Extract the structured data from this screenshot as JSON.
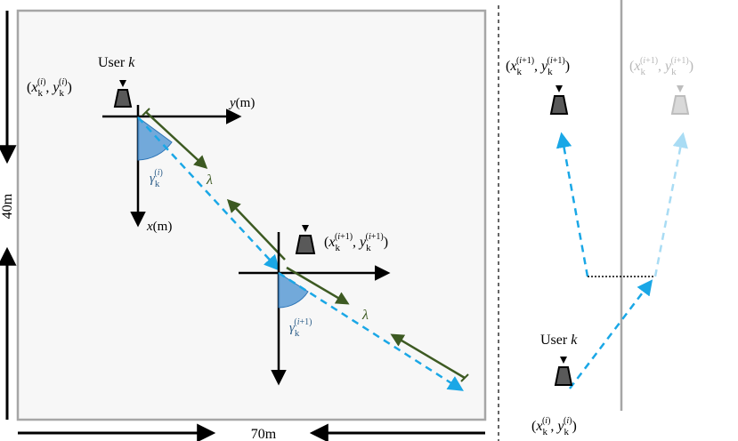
{
  "dimensions": {
    "height": "40m",
    "width": "70m"
  },
  "left_panel": {
    "user_label": "User k",
    "pos_i": "(x_k^(i), y_k^(i))",
    "pos_next": "(x_k^(i+1), y_k^(i+1))",
    "axis_y": "y(m)",
    "axis_x": "x(m)",
    "angle_i": "γ_k^(i)",
    "angle_next": "γ_k^(i+1)",
    "step_length": "λ"
  },
  "right_panel": {
    "user_label": "User k",
    "pos_start": "(x_k^(i), y_k^(i))",
    "pos_next": "(x_k^(i+1), y_k^(i+1))",
    "pos_next_ghost": "(x_k^(i+1), y_k^(i+1))"
  },
  "colors": {
    "trajectory": "#1aa7e6",
    "step_arrow": "#3d5a22",
    "angle_fill": "#5b9bd5",
    "room_fill": "#f7f7f7",
    "room_border": "#a6a6a6",
    "device": "#595959",
    "ghost": "#c8c8c8"
  }
}
